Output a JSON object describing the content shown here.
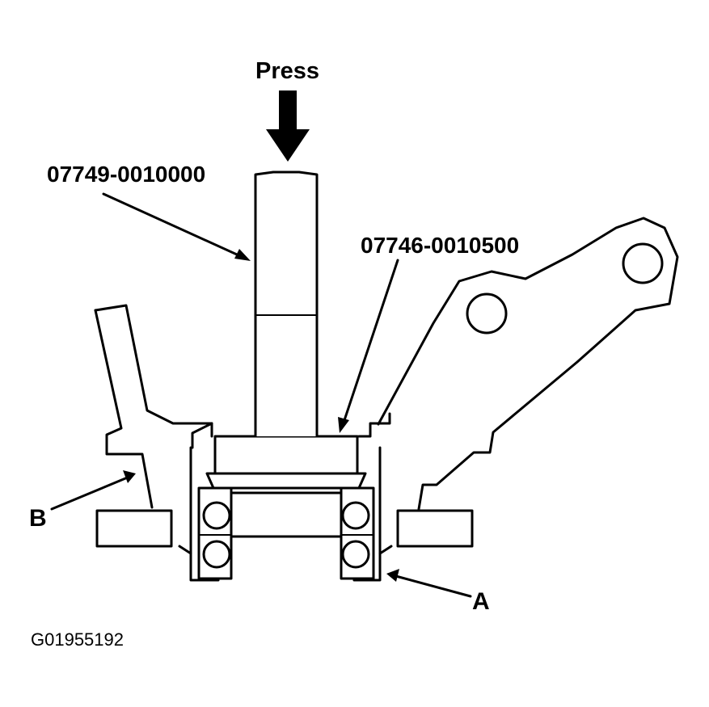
{
  "labels": {
    "press": "Press",
    "tool_driver": "07749-0010000",
    "tool_attachment": "07746-0010500",
    "point_b": "B",
    "point_a": "A",
    "figure_id": "G01955192"
  },
  "colors": {
    "ink": "#000000",
    "background": "#ffffff"
  }
}
